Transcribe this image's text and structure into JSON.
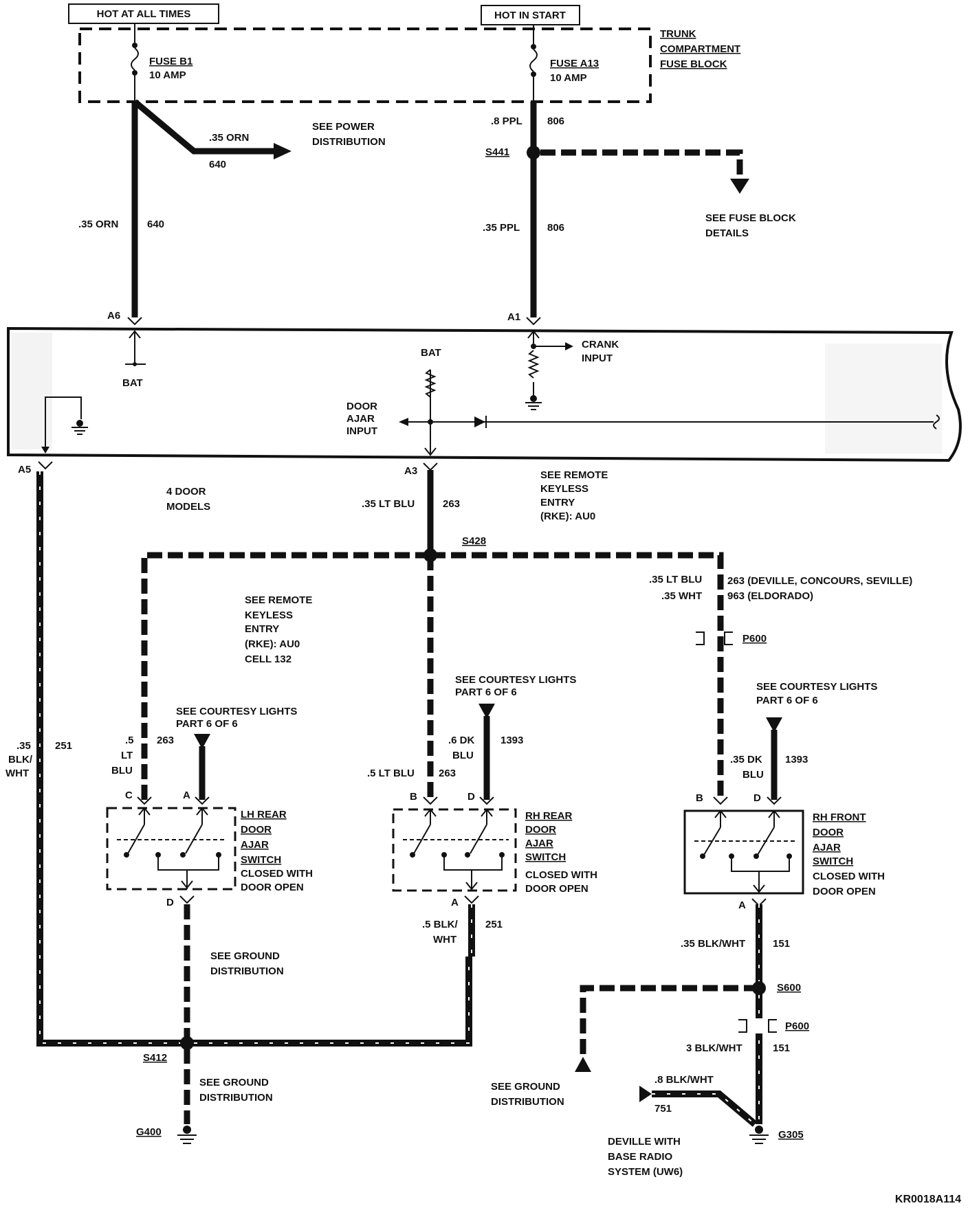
{
  "header": {
    "hot_at_all_times": "HOT AT ALL TIMES",
    "hot_in_start": "HOT IN START"
  },
  "fuse_block": {
    "name_line1": "TRUNK",
    "name_line2": "COMPARTMENT",
    "name_line3": "FUSE BLOCK",
    "fuse_b1": "FUSE B1",
    "fuse_b1_rating": "10 AMP",
    "fuse_a13": "FUSE A13",
    "fuse_a13_rating": "10 AMP"
  },
  "wires": {
    "orn_gauge": ".35 ORN",
    "orn_circuit": "640",
    "ppl_top_gauge": ".8 PPL",
    "ppl_top_circuit": "806",
    "ppl_gauge": ".35 PPL",
    "ppl_circuit": "806",
    "ltblu_gauge": ".35 LT BLU",
    "ltblu_circuit": "263",
    "right_branch_gauge1": ".35 LT BLU",
    "right_branch_circuit1": "263 (DEVILLE, CONCOURS, SEVILLE)",
    "right_branch_gauge2": ".35 WHT",
    "right_branch_circuit2": "963 (ELDORADO)",
    "left_blkwht_g1": ".35",
    "left_blkwht_g2": "BLK/",
    "left_blkwht_g3": "WHT",
    "left_blkwht_circuit": "251",
    "lh_ltblu_g1": ".5",
    "lh_ltblu_g2": "LT",
    "lh_ltblu_g3": "BLU",
    "lh_ltblu_circuit": "263",
    "rhr_ltblu_gauge": ".5 LT BLU",
    "rhr_ltblu_circuit": "263",
    "rhr_dkblu_g1": ".6 DK",
    "rhr_dkblu_g2": "BLU",
    "rhr_dkblu_circuit": "1393",
    "rhf_dkblu_g1": ".35 DK",
    "rhf_dkblu_g2": "BLU",
    "rhf_dkblu_circuit": "1393",
    "rhr_blkwht_g1": ".5 BLK/",
    "rhr_blkwht_g2": "WHT",
    "rhr_blkwht_circuit": "251",
    "rhf_blkwht_gauge": ".35 BLK/WHT",
    "rhf_blkwht_circuit": "151",
    "g305_blkwht_gauge": "3 BLK/WHT",
    "g305_blkwht_circuit": "151",
    "radio_gauge": ".8 BLK/WHT",
    "radio_circuit": "751"
  },
  "splices": {
    "s441": "S441",
    "s428": "S428",
    "s412": "S412",
    "s600": "S600"
  },
  "connectors": {
    "a6": "A6",
    "a1": "A1",
    "a5": "A5",
    "a3": "A3",
    "p600": "P600"
  },
  "grounds": {
    "g400": "G400",
    "g305": "G305"
  },
  "notes": {
    "see_power_1": "SEE POWER",
    "see_power_2": "DISTRIBUTION",
    "see_fuse_1": "SEE FUSE BLOCK",
    "see_fuse_2": "DETAILS",
    "bat": "BAT",
    "crank_1": "CRANK",
    "crank_2": "INPUT",
    "door_ajar_1": "DOOR",
    "door_ajar_2": "AJAR",
    "door_ajar_3": "INPUT",
    "four_door_1": "4 DOOR",
    "four_door_2": "MODELS",
    "rke_1": "SEE REMOTE",
    "rke_2": "KEYLESS",
    "rke_3": "ENTRY",
    "rke_4": "(RKE): AU0",
    "rke2_4": "(RKE): AU0",
    "rke2_5": "CELL 132",
    "courtesy_1": "SEE COURTESY LIGHTS",
    "courtesy_2": "PART 6 OF 6",
    "ground_dist_1": "SEE GROUND",
    "ground_dist_2": "DISTRIBUTION",
    "deville_1": "DEVILLE WITH",
    "deville_2": "BASE RADIO",
    "deville_3": "SYSTEM (UW6)"
  },
  "switches": {
    "lh_rear": [
      "LH REAR",
      "DOOR",
      "AJAR",
      "SWITCH"
    ],
    "rh_rear": [
      "RH REAR",
      "DOOR",
      "AJAR",
      "SWITCH"
    ],
    "rh_front": [
      "RH FRONT",
      "DOOR",
      "AJAR",
      "SWITCH"
    ],
    "closed_1": "CLOSED WITH",
    "closed_2": "DOOR OPEN",
    "pin_a": "A",
    "pin_b": "B",
    "pin_c": "C",
    "pin_d": "D"
  },
  "figure_id": "KR0018A114"
}
